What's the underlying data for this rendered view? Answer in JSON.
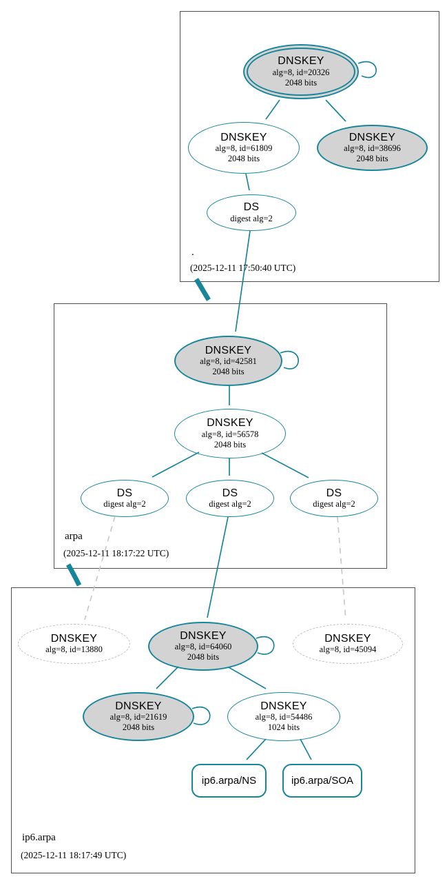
{
  "colors": {
    "secure_edge": "#17869a",
    "insecure_edge": "#c9c9c9",
    "sep_fill": "#d3d3d3",
    "node_fill": "#ffffff"
  },
  "zones": [
    {
      "name": ".",
      "timestamp": "(2025-12-11 17:50:40 UTC)",
      "nodes": {
        "k20326": {
          "title": "DNSKEY",
          "detail": "alg=8, id=20326",
          "bits": "2048 bits"
        },
        "k61809": {
          "title": "DNSKEY",
          "detail": "alg=8, id=61809",
          "bits": "2048 bits"
        },
        "k38696": {
          "title": "DNSKEY",
          "detail": "alg=8, id=38696",
          "bits": "2048 bits"
        },
        "ds": {
          "title": "DS",
          "detail": "digest alg=2"
        }
      }
    },
    {
      "name": "arpa",
      "timestamp": "(2025-12-11 18:17:22 UTC)",
      "nodes": {
        "k42581": {
          "title": "DNSKEY",
          "detail": "alg=8, id=42581",
          "bits": "2048 bits"
        },
        "k56578": {
          "title": "DNSKEY",
          "detail": "alg=8, id=56578",
          "bits": "2048 bits"
        },
        "ds1": {
          "title": "DS",
          "detail": "digest alg=2"
        },
        "ds2": {
          "title": "DS",
          "detail": "digest alg=2"
        },
        "ds3": {
          "title": "DS",
          "detail": "digest alg=2"
        }
      }
    },
    {
      "name": "ip6.arpa",
      "timestamp": "(2025-12-11 18:17:49 UTC)",
      "nodes": {
        "k13880": {
          "title": "DNSKEY",
          "detail": "alg=8, id=13880"
        },
        "k64060": {
          "title": "DNSKEY",
          "detail": "alg=8, id=64060",
          "bits": "2048 bits"
        },
        "k45094": {
          "title": "DNSKEY",
          "detail": "alg=8, id=45094"
        },
        "k21619": {
          "title": "DNSKEY",
          "detail": "alg=8, id=21619",
          "bits": "2048 bits"
        },
        "k54486": {
          "title": "DNSKEY",
          "detail": "alg=8, id=54486",
          "bits": "1024 bits"
        },
        "ns": {
          "label": "ip6.arpa/NS"
        },
        "soa": {
          "label": "ip6.arpa/SOA"
        }
      }
    }
  ]
}
